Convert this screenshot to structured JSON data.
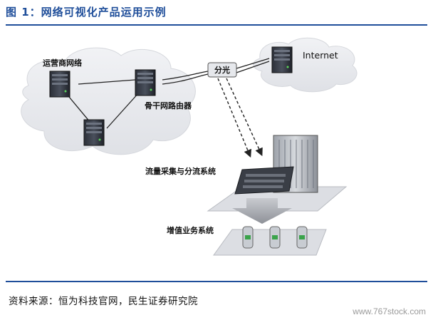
{
  "figure": {
    "title": "图 1：网络可视化产品运用示例"
  },
  "diagram": {
    "labels": {
      "operator_network": "运营商网络",
      "backbone_router": "骨干网路由器",
      "optical_split": "分光",
      "internet": "Internet",
      "collection_distribution": "流量采集与分流系统",
      "value_added": "增值业务系统"
    }
  },
  "footer": {
    "source": "资料来源：恒为科技官网，民生证券研究院",
    "watermark": "www.767stock.com"
  },
  "colors": {
    "title_blue": "#1f4e9a",
    "cloud_gray": "#e9eaee",
    "platform_gray": "#d9dbe0"
  }
}
